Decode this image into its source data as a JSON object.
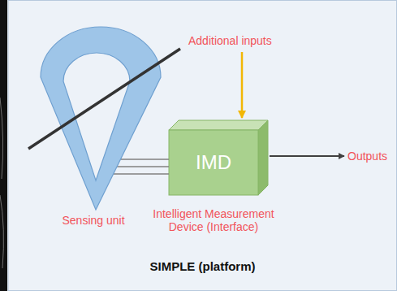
{
  "diagram": {
    "caption": "SIMPLE (platform)",
    "nodes": [
      {
        "text": [
          "Sensing unit"
        ]
      },
      {
        "text": [
          "IMD",
          "Intelligent Measurement Device (Interface)"
        ]
      }
    ],
    "edges": [
      {
        "from": 0,
        "to": 1,
        "arrow": "none"
      },
      {
        "from": 0,
        "to": 1,
        "arrow": "none"
      },
      {
        "from": 0,
        "to": 1,
        "arrow": "none"
      }
    ],
    "labels": [
      "Additional inputs",
      "Outputs"
    ]
  }
}
